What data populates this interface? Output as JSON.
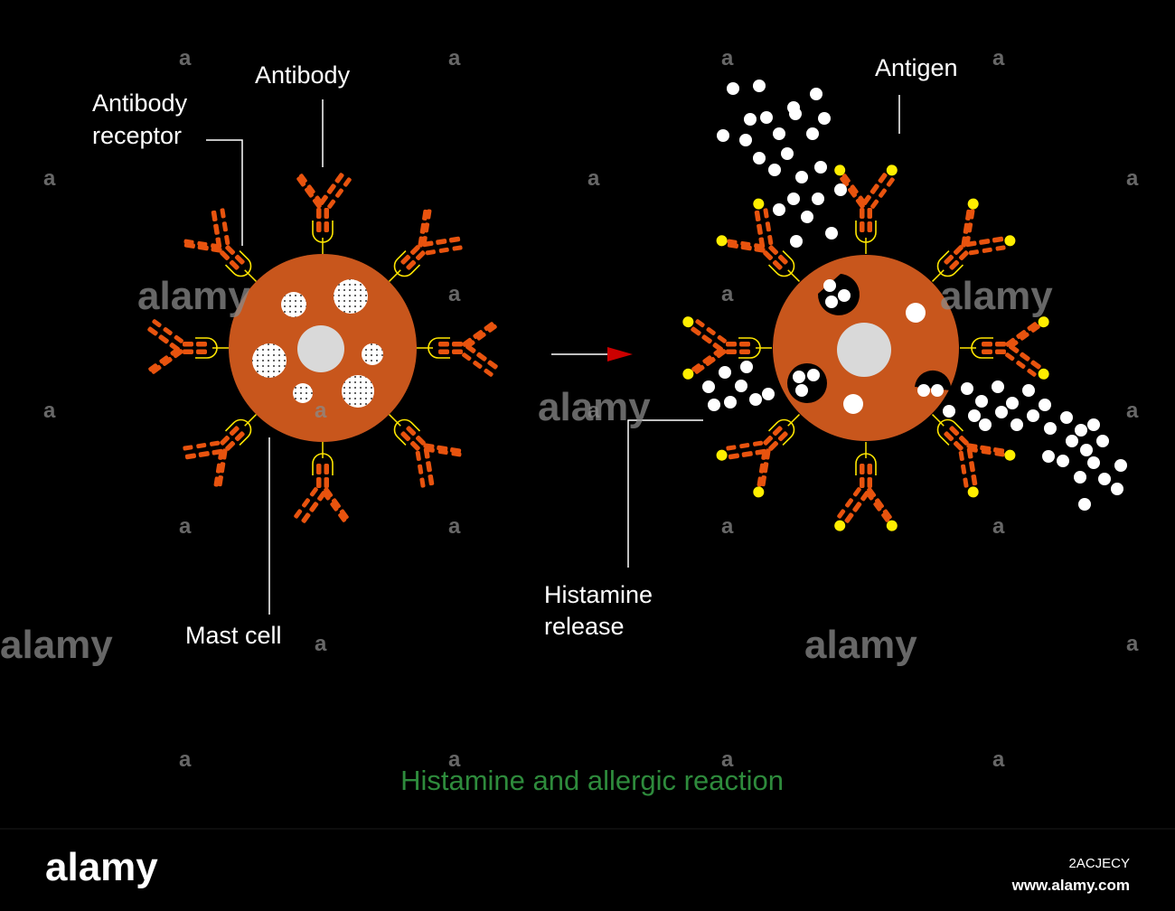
{
  "diagram": {
    "title": "Histamine and allergic reaction",
    "labels": {
      "antibody": "Antibody",
      "antibody_receptor_line1": "Antibody",
      "antibody_receptor_line2": "receptor",
      "mast_cell": "Mast cell",
      "antigen": "Antigen",
      "histamine_release_line1": "Histamine",
      "histamine_release_line2": "release"
    },
    "colors": {
      "cell": "#c8561c",
      "antibody": "#e8530e",
      "receptor": "#ffe600",
      "antigen": "#ffee00",
      "granule": "#ffffff",
      "arrow": "#cc0000",
      "title": "#2e8b3c"
    }
  },
  "watermark": {
    "text": "alamy",
    "small": "a"
  },
  "footer": {
    "logo": "alamy",
    "image_id": "2ACJECY",
    "url": "www.alamy.com"
  }
}
